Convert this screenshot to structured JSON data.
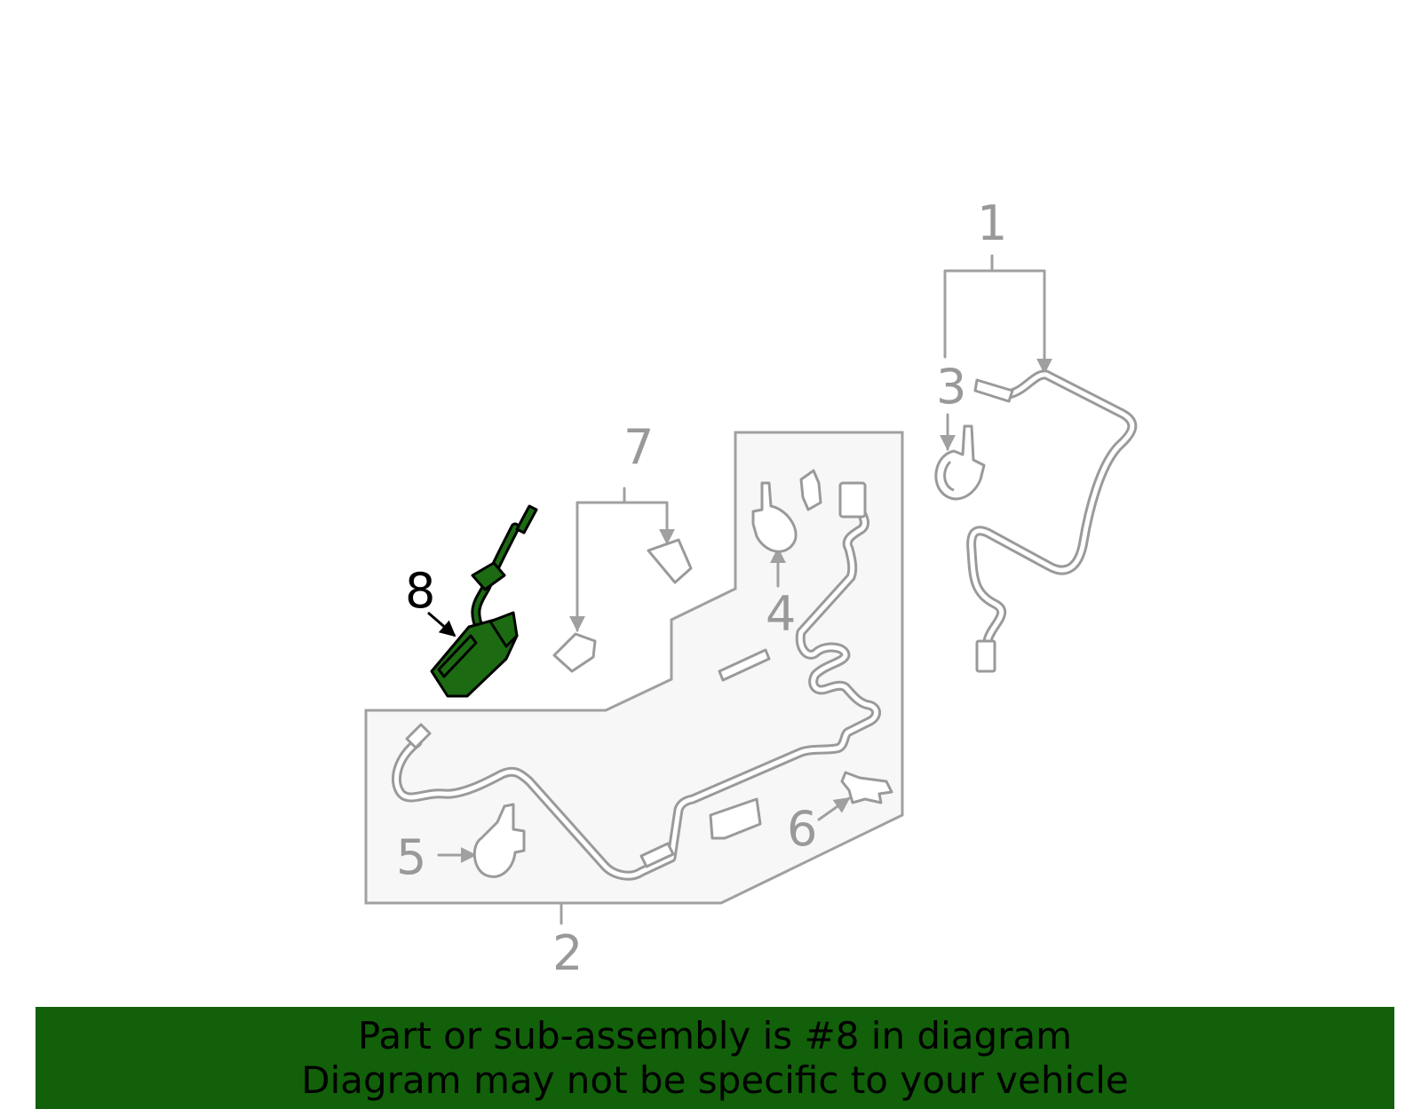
{
  "callouts": {
    "c1": "1",
    "c2": "2",
    "c3": "3",
    "c4": "4",
    "c5": "5",
    "c6": "6",
    "c7": "7",
    "c8": "8"
  },
  "highlight_part": "8",
  "colors": {
    "highlight": "#1c6b12",
    "banner": "#12600a",
    "callout_gray": "#999999",
    "line_gray": "#a0a0a0"
  },
  "banner": {
    "line1": "Part or sub-assembly is #8 in diagram",
    "line2": "Diagram may not be specific to your vehicle"
  }
}
